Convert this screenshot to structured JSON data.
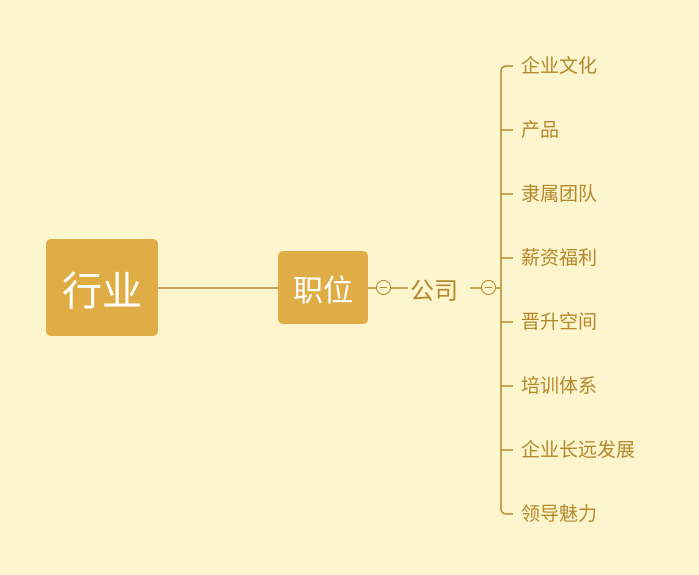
{
  "mindmap": {
    "root": {
      "label": "行业"
    },
    "main": {
      "label": "职位"
    },
    "sub": {
      "label": "公司"
    },
    "leaves": [
      {
        "label": "企业文化"
      },
      {
        "label": "产品"
      },
      {
        "label": "隶属团队"
      },
      {
        "label": "薪资福利"
      },
      {
        "label": "晋升空间"
      },
      {
        "label": "培训体系"
      },
      {
        "label": "企业长远发展"
      },
      {
        "label": "领导魅力"
      }
    ]
  },
  "colors": {
    "background": "#fcf5cd",
    "node_fill": "#dfac45",
    "line": "#b5882c",
    "node_text": "#ffffff",
    "leaf_text": "#b5882c"
  }
}
